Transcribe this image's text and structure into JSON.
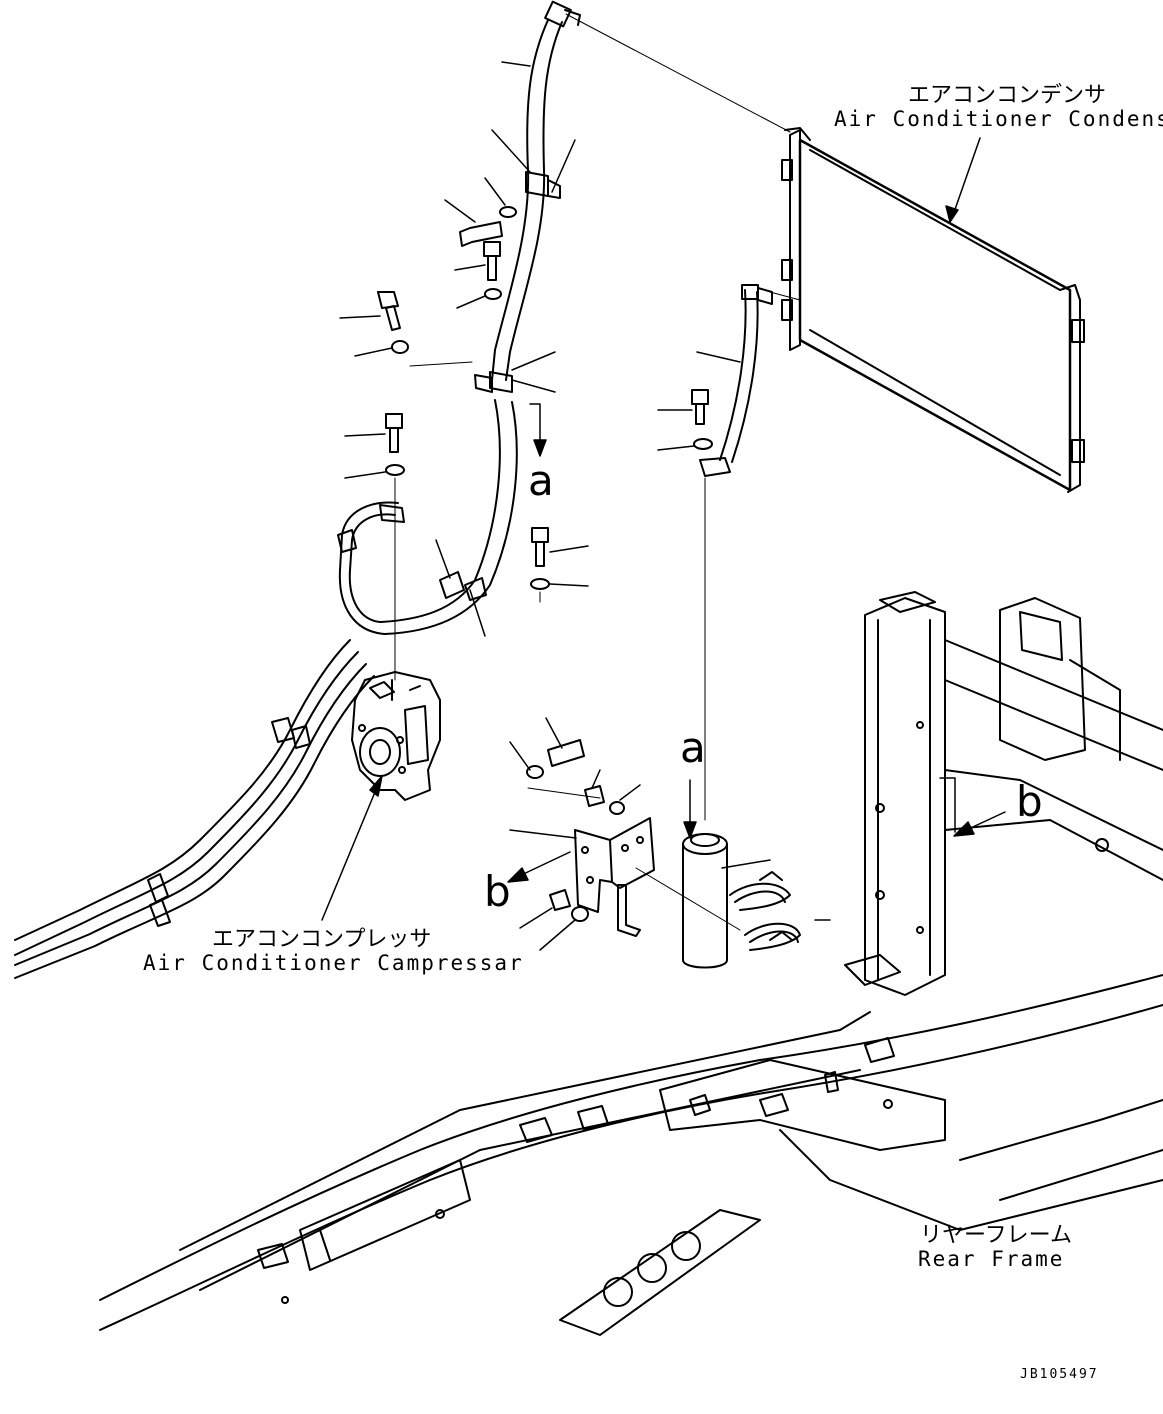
{
  "labels": {
    "condenser_jp": "エアコンコンデンサ",
    "condenser_en": "Air Conditioner Condenser",
    "compressor_jp": "エアコンコンプレッサ",
    "compressor_en": "Air Conditioner Campressar",
    "frame_jp": "リヤーフレーム",
    "frame_en": "Rear Frame",
    "ref_a_upper": "a",
    "ref_a_lower": "a",
    "ref_b_left": "b",
    "ref_b_right": "b",
    "drawing_code": "JB105497"
  },
  "colors": {
    "line": "#000000",
    "background": "#ffffff"
  }
}
